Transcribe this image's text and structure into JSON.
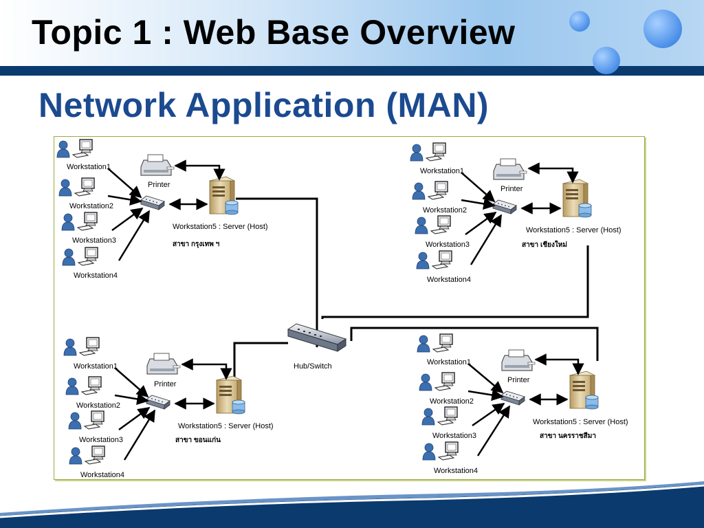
{
  "slide": {
    "title": "Topic 1 : Web Base Overview",
    "subtitle": "Network Application (MAN)"
  },
  "diagram": {
    "hub_label": "Hub/Switch",
    "branches": [
      {
        "id": "bangkok",
        "workstations": [
          "Workstation1",
          "Workstation2",
          "Workstation3",
          "Workstation4"
        ],
        "printer_label": "Printer",
        "server_label": "Workstation5 : Server (Host)",
        "branch_name": "สาขา กรุงเทพ ฯ"
      },
      {
        "id": "chiangmai",
        "workstations": [
          "Workstation1",
          "Workstation2",
          "Workstation3",
          "Workstation4"
        ],
        "printer_label": "Printer",
        "server_label": "Workstation5 : Server (Host)",
        "branch_name": "สาขา เชียงใหม่"
      },
      {
        "id": "khonkaen",
        "workstations": [
          "Workstation1",
          "Workstation2",
          "Workstation3",
          "Workstation4"
        ],
        "printer_label": "Printer",
        "server_label": "Workstation5 : Server (Host)",
        "branch_name": "สาขา ขอนแก่น"
      },
      {
        "id": "nakhonratchasima",
        "workstations": [
          "Workstation1",
          "Workstation2",
          "Workstation3",
          "Workstation4"
        ],
        "printer_label": "Printer",
        "server_label": "Workstation5 : Server (Host)",
        "branch_name": "สาขา นครราชสีมา"
      }
    ]
  },
  "colors": {
    "title": "#000000",
    "subtitle": "#1b4a8f",
    "header_bar": "#0b3a6e",
    "user_icon": "#3c6fb0"
  }
}
